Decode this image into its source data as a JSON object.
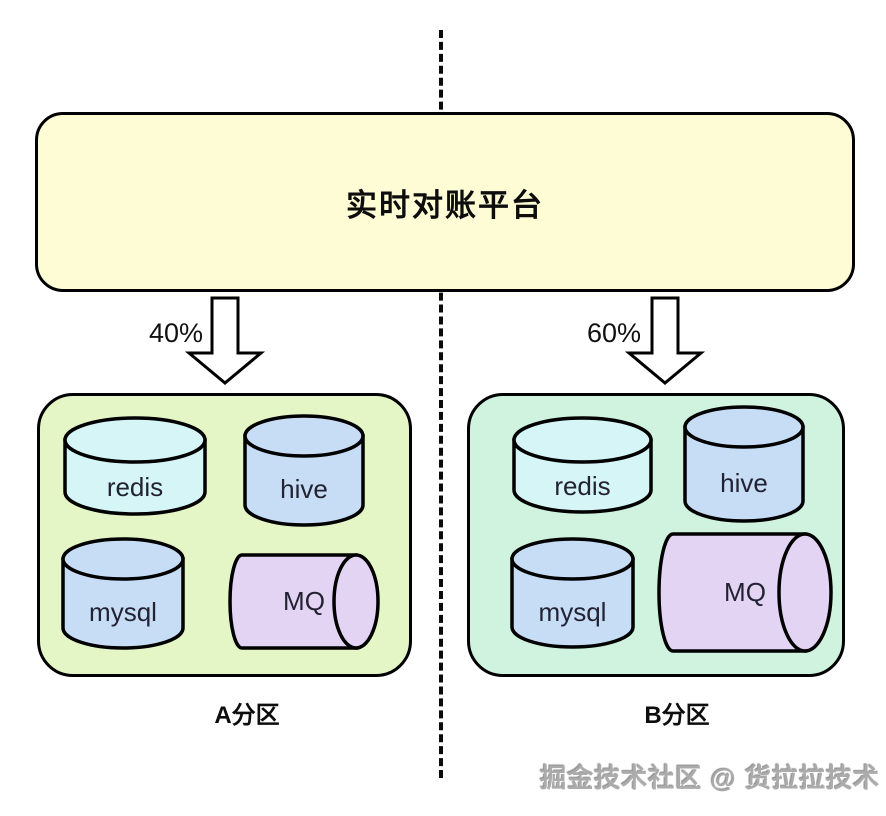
{
  "diagram": {
    "title": "实时对账平台",
    "watermark": "掘金技术社区 @ 货拉拉技术"
  },
  "partitions": [
    {
      "label": "A分区",
      "traffic_share": "40%",
      "components": [
        {
          "name": "redis"
        },
        {
          "name": "hive"
        },
        {
          "name": "mysql"
        },
        {
          "name": "MQ"
        }
      ]
    },
    {
      "label": "B分区",
      "traffic_share": "60%",
      "components": [
        {
          "name": "redis"
        },
        {
          "name": "hive"
        },
        {
          "name": "mysql"
        },
        {
          "name": "MQ"
        }
      ]
    }
  ],
  "colors": {
    "platform_fill": "#FDFCD5",
    "partition_a_fill": "#E4F6C6",
    "partition_b_fill": "#CFF3DE",
    "redis_fill": "#D5F5F7",
    "hive_fill": "#C7DDF5",
    "mysql_fill": "#C7DDF5",
    "mq_fill": "#E4D4F3",
    "outline": "#000000"
  }
}
